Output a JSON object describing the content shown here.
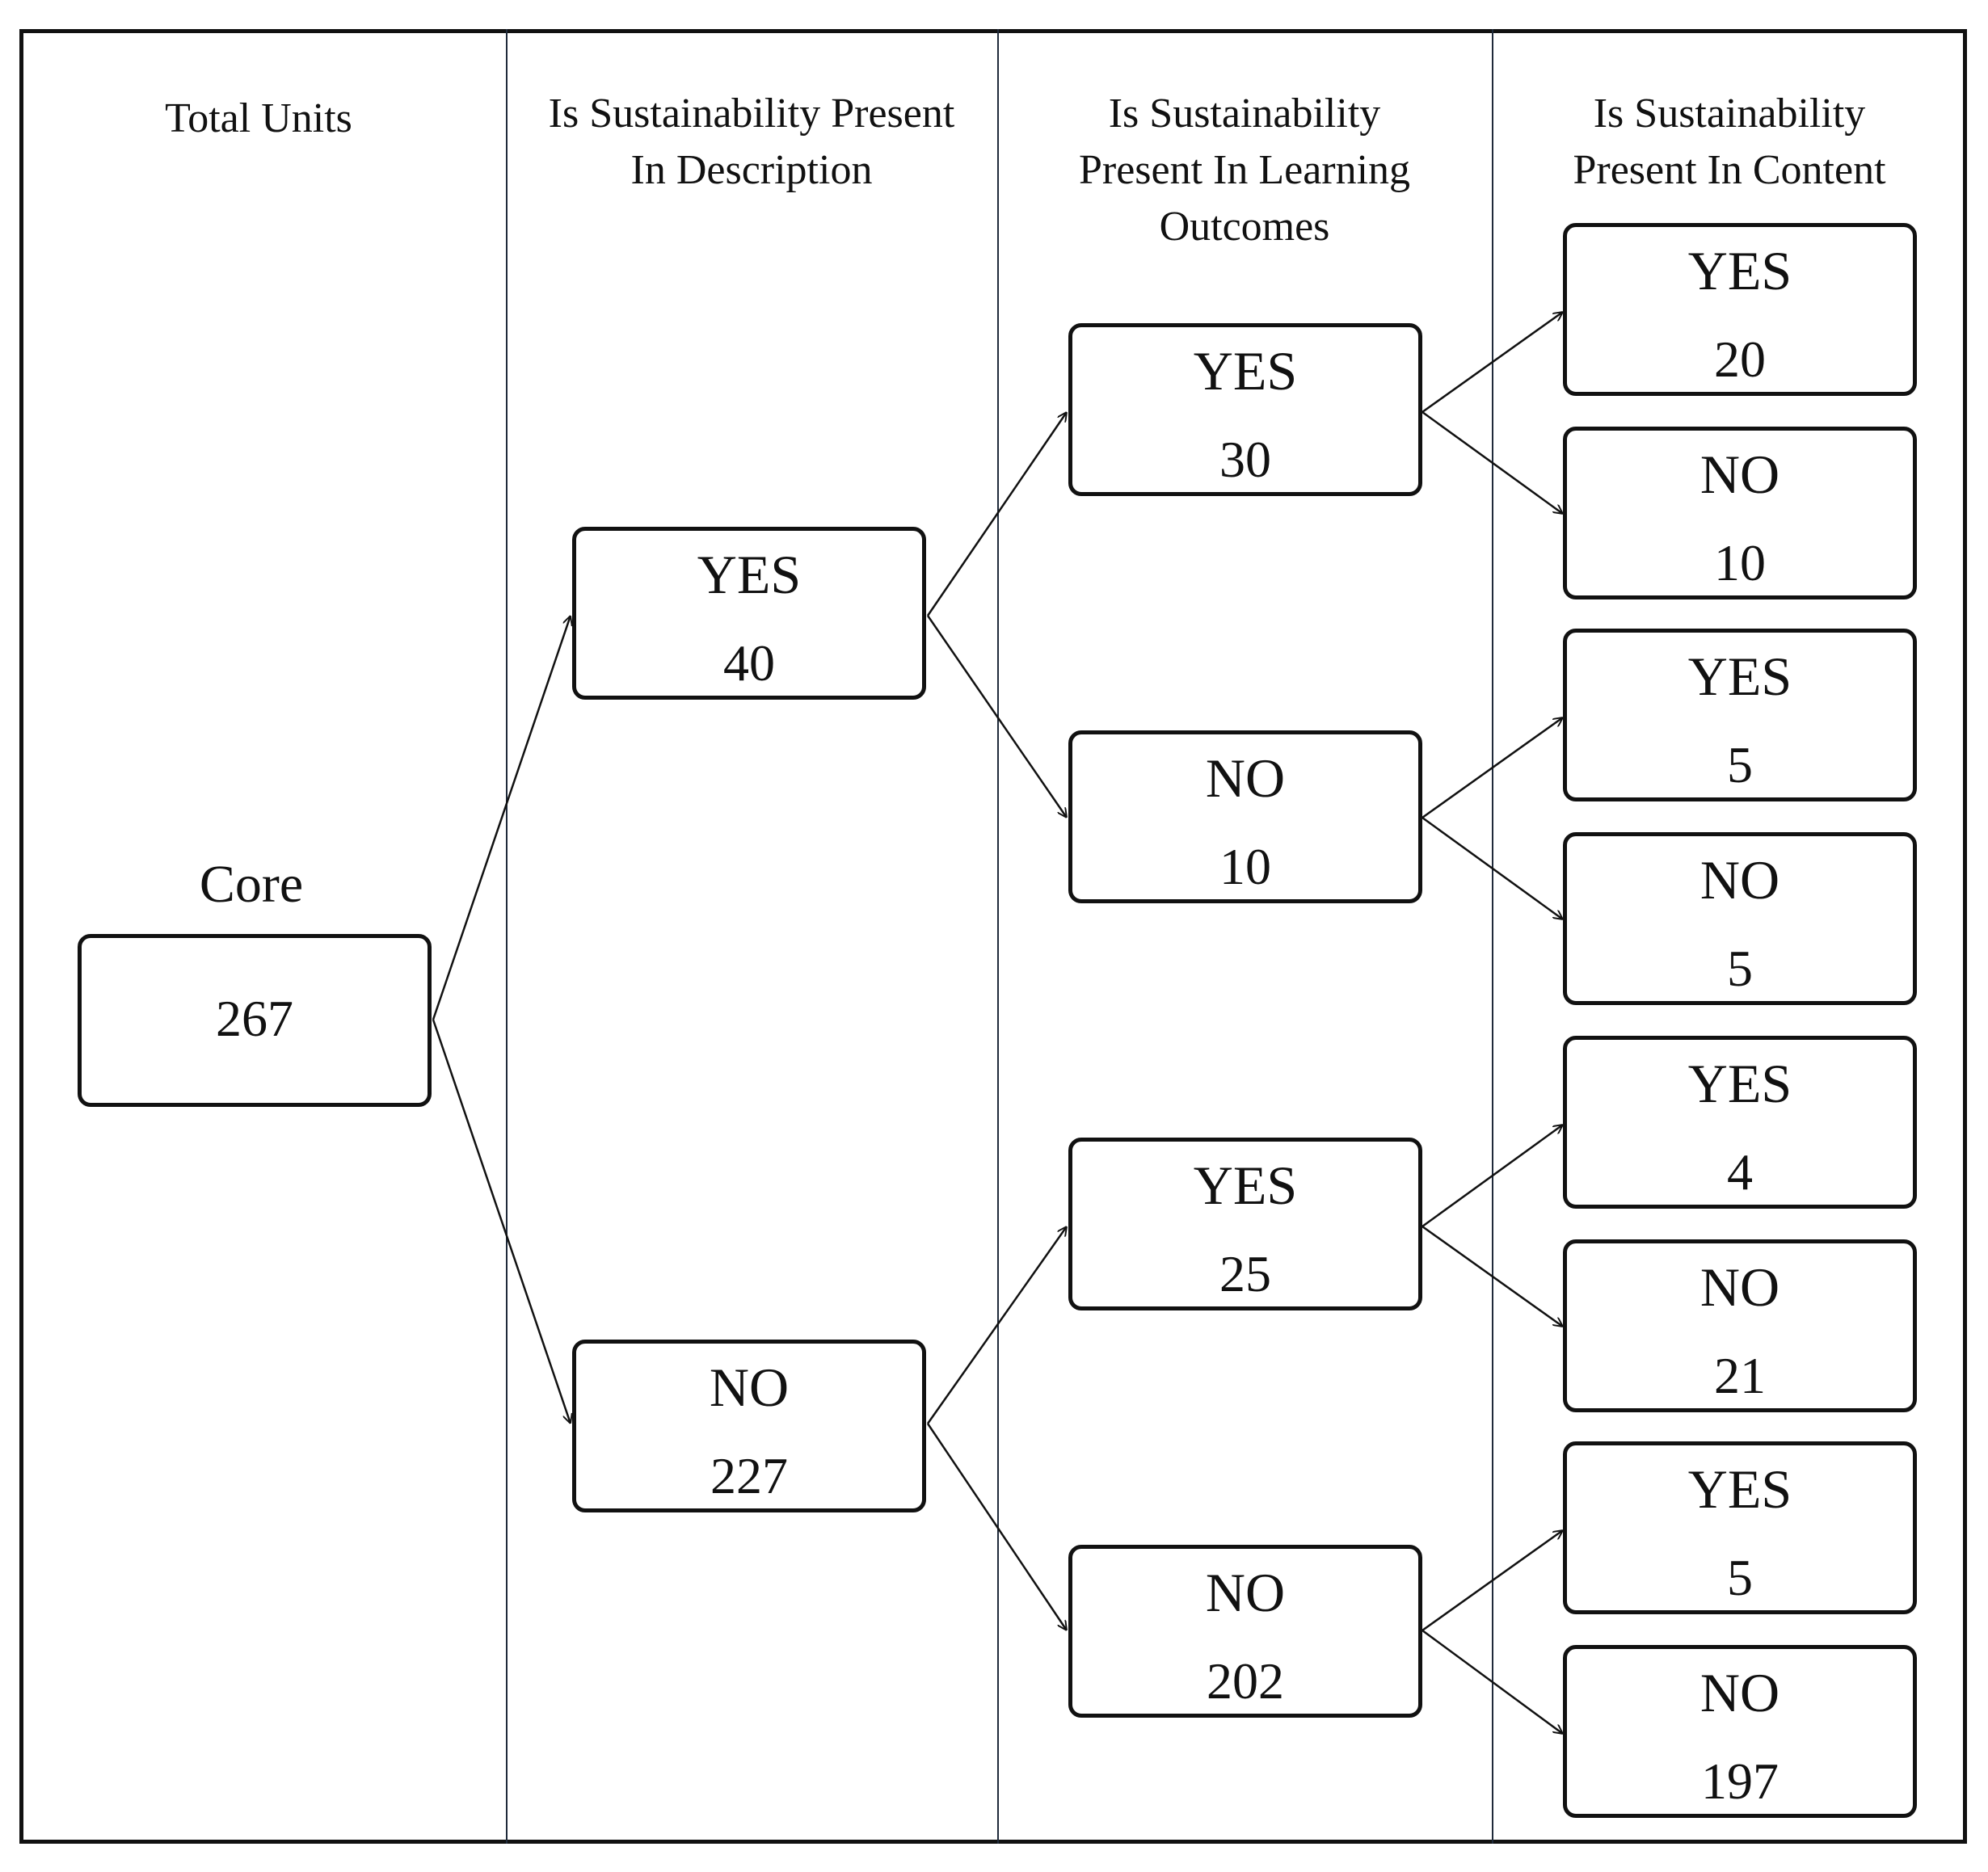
{
  "headers": {
    "col1": "Total Units",
    "col2": [
      "Is Sustainability Present",
      "In Description"
    ],
    "col3": [
      "Is Sustainability",
      "Present In Learning",
      "Outcomes"
    ],
    "col4": [
      "Is Sustainability",
      "Present In Content"
    ]
  },
  "core": {
    "label": "Core",
    "value": "267"
  },
  "description": {
    "yes": {
      "label": "YES",
      "value": "40"
    },
    "no": {
      "label": "NO",
      "value": "227"
    }
  },
  "learning_outcomes": {
    "yes_yes": {
      "label": "YES",
      "value": "30"
    },
    "yes_no": {
      "label": "NO",
      "value": "10"
    },
    "no_yes": {
      "label": "YES",
      "value": "25"
    },
    "no_no": {
      "label": "NO",
      "value": "202"
    }
  },
  "content": [
    {
      "label": "YES",
      "value": "20"
    },
    {
      "label": "NO",
      "value": "10"
    },
    {
      "label": "YES",
      "value": "5"
    },
    {
      "label": "NO",
      "value": "5"
    },
    {
      "label": "YES",
      "value": "4"
    },
    {
      "label": "NO",
      "value": "21"
    },
    {
      "label": "YES",
      "value": "5"
    },
    {
      "label": "NO",
      "value": "197"
    }
  ]
}
